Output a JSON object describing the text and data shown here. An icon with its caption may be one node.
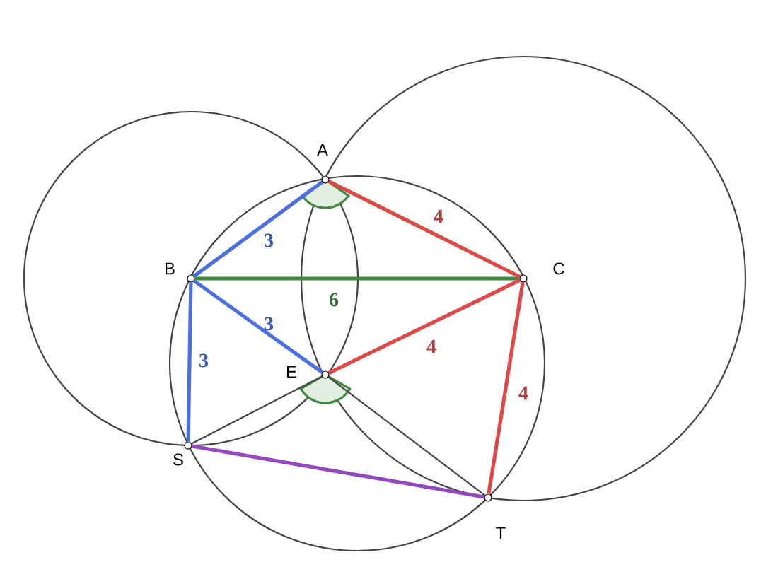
{
  "diagram": {
    "nodes": [
      {
        "text": [],
        "shape": "circle",
        "beside": [
          "A"
        ]
      },
      {
        "text": [],
        "shape": "circle",
        "beside": [
          "B"
        ]
      },
      {
        "text": [],
        "shape": "circle",
        "beside": [
          "C"
        ]
      },
      {
        "text": [],
        "shape": "circle",
        "beside": [
          "E"
        ]
      },
      {
        "text": [],
        "shape": "circle",
        "beside": [
          "S"
        ]
      },
      {
        "text": [],
        "shape": "circle",
        "beside": [
          "T"
        ]
      }
    ],
    "edges": [
      {
        "from": 0,
        "to": 1,
        "arrow": "none",
        "label": "3",
        "color": "#4a6fe0"
      },
      {
        "from": 1,
        "to": 3,
        "arrow": "none",
        "label": "3",
        "color": "#4a6fe0"
      },
      {
        "from": 1,
        "to": 4,
        "arrow": "none",
        "label": "3",
        "color": "#4a6fe0"
      },
      {
        "from": 1,
        "to": 2,
        "arrow": "none",
        "label": "6",
        "color": "#3c8a3c"
      },
      {
        "from": 0,
        "to": 2,
        "arrow": "none",
        "label": "4",
        "color": "#e04848"
      },
      {
        "from": 3,
        "to": 2,
        "arrow": "none",
        "label": "4",
        "color": "#e04848"
      },
      {
        "from": 2,
        "to": 5,
        "arrow": "none",
        "label": "4",
        "color": "#e04848"
      },
      {
        "from": 4,
        "to": 5,
        "arrow": "none",
        "color": "#9448c0"
      },
      {
        "from": 4,
        "to": 3,
        "arrow": "none",
        "color": "#444444"
      },
      {
        "from": 3,
        "to": 5,
        "arrow": "none",
        "color": "#444444"
      }
    ]
  }
}
